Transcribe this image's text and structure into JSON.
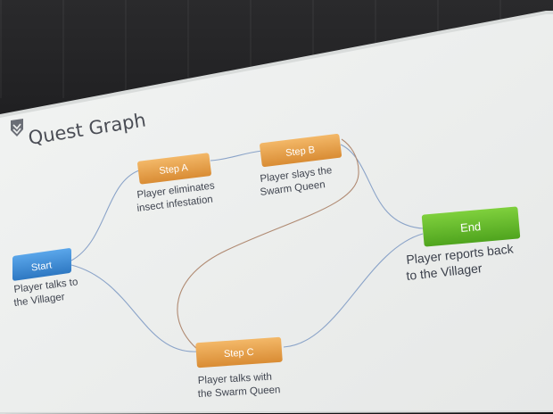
{
  "slide": {
    "title": "Quest Graph",
    "logo_icon": "shield-chevron-icon"
  },
  "nodes": {
    "start": {
      "label": "Start",
      "desc1": "Player talks to",
      "desc2": "the Villager",
      "color": "#3d8fd6"
    },
    "step_a": {
      "label": "Step A",
      "desc1": "Player eliminates",
      "desc2": "insect infestation",
      "color": "#e9a24a"
    },
    "step_b": {
      "label": "Step B",
      "desc1": "Player slays the",
      "desc2": "Swarm Queen",
      "color": "#e9a24a"
    },
    "step_c": {
      "label": "Step C",
      "desc1": "Player talks with",
      "desc2": "the Swarm Queen",
      "color": "#e9a24a"
    },
    "end": {
      "label": "End",
      "desc1": "Player reports back",
      "desc2": "to the Villager",
      "color": "#66bb2f"
    }
  },
  "colors": {
    "screen": "#eef0ef",
    "edge_primary": "#8aa3c8",
    "edge_alternate": "#b08a72"
  }
}
